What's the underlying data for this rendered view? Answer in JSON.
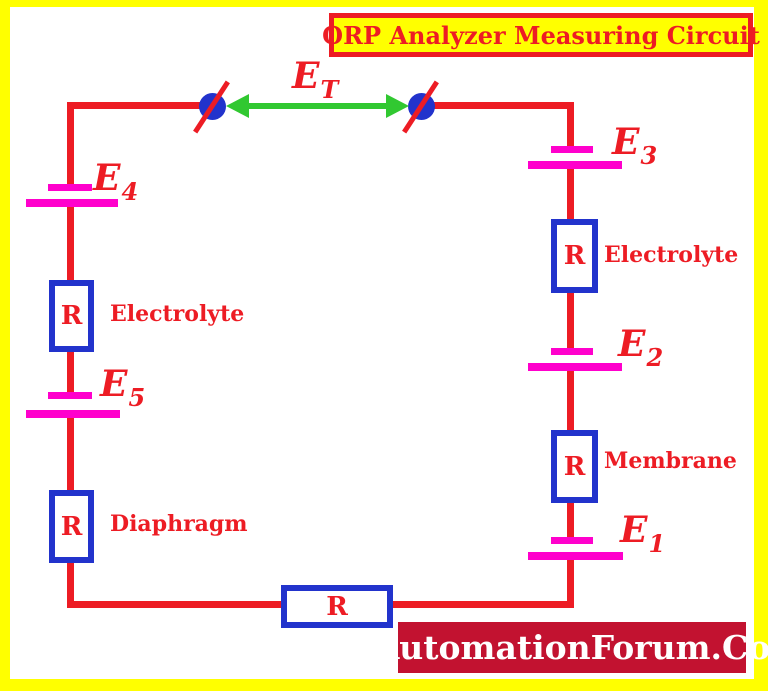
{
  "title_box": {
    "label": "ORP Analyzer Measuring Circuit"
  },
  "colors": {
    "frame": "#FFFF00",
    "wire_red": "#ED1C24",
    "plate_magenta": "#FF00CC",
    "resistor_blue": "#2233CC",
    "arrow_green": "#31C831",
    "banner_bg": "#C21230",
    "banner_text": "#FFFFFF"
  },
  "top_measurement": {
    "main": "E",
    "sub": "T"
  },
  "batteries": {
    "e4": {
      "main": "E",
      "sub": "4"
    },
    "e5": {
      "main": "E",
      "sub": "5"
    },
    "e3": {
      "main": "E",
      "sub": "3"
    },
    "e2": {
      "main": "E",
      "sub": "2"
    },
    "e1": {
      "main": "E",
      "sub": "1"
    }
  },
  "resistors": {
    "left_electrolyte": {
      "letter": "R",
      "caption": "Electrolyte"
    },
    "left_diaphragm": {
      "letter": "R",
      "caption": "Diaphragm"
    },
    "right_electrolyte": {
      "letter": "R",
      "caption": "Electrolyte"
    },
    "right_membrane": {
      "letter": "R",
      "caption": "Membrane"
    },
    "bottom": {
      "letter": "R"
    }
  },
  "banner": {
    "label": "AutomationForum.Co"
  }
}
